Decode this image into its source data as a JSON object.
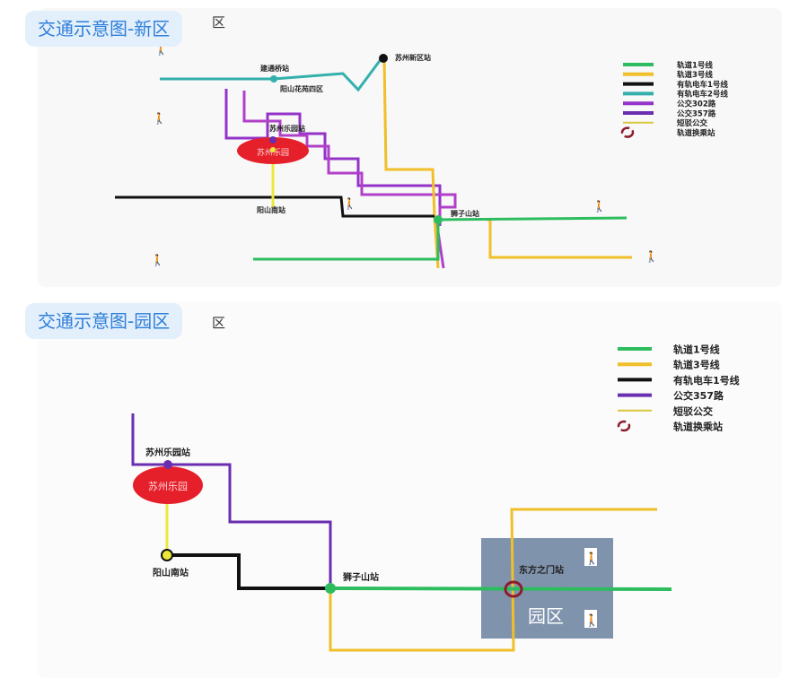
{
  "tabs": [
    {
      "label": "交通示意图-新区",
      "tail": "区"
    },
    {
      "label": "交通示意图-园区",
      "tail": "区"
    }
  ],
  "new_map": {
    "stations": {
      "jiantong": "建通桥站",
      "huayuan": "阳山花苑四区",
      "xinqu": "苏州新区站",
      "leyuan": "苏州乐园站",
      "yangshannan": "阳山南站",
      "shizishan": "狮子山站"
    },
    "park_label": "苏州乐园",
    "legend": [
      {
        "label": "轨道1号线",
        "color": "#2dbd5f",
        "style": "solid"
      },
      {
        "label": "轨道3号线",
        "color": "#f0bf29",
        "style": "solid"
      },
      {
        "label": "有轨电车1号线",
        "color": "#111111",
        "style": "solid"
      },
      {
        "label": "有轨电车2号线",
        "color": "#33b0ac",
        "style": "solid"
      },
      {
        "label": "公交302路",
        "color": "#9333c9",
        "style": "solid"
      },
      {
        "label": "公交357路",
        "color": "#6a2eb0",
        "style": "solid"
      },
      {
        "label": "短驳公交",
        "color": "#d9c73a",
        "style": "thin"
      },
      {
        "label": "轨道换乘站",
        "color": "#8e1b2b",
        "style": "ring"
      }
    ]
  },
  "park_map": {
    "stations": {
      "leyuan": "苏州乐园站",
      "yangshannan": "阳山南站",
      "shizishan": "狮子山站",
      "dongfang": "东方之门站"
    },
    "park_label": "苏州乐园",
    "district_label": "园区",
    "legend": [
      {
        "label": "轨道1号线",
        "color": "#2dbd5f",
        "style": "solid"
      },
      {
        "label": "轨道3号线",
        "color": "#f0bf29",
        "style": "solid"
      },
      {
        "label": "有轨电车1号线",
        "color": "#111111",
        "style": "solid"
      },
      {
        "label": "公交357路",
        "color": "#6a2eb0",
        "style": "solid"
      },
      {
        "label": "短驳公交",
        "color": "#d9c73a",
        "style": "thin"
      },
      {
        "label": "轨道换乘站",
        "color": "#8e1b2b",
        "style": "ring"
      }
    ]
  }
}
